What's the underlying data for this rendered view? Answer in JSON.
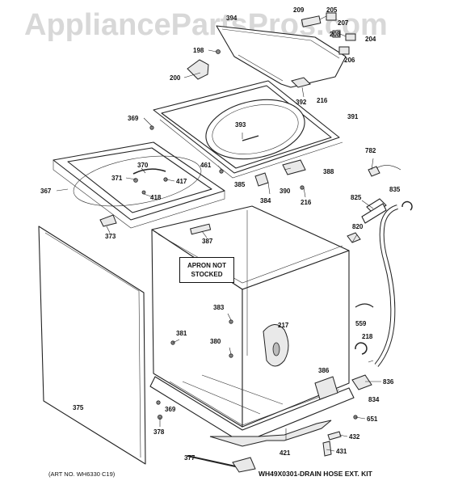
{
  "watermark": "AppliancePartsPros.com",
  "apron_note": [
    "APRON NOT",
    "STOCKED"
  ],
  "art_no": "(ART NO. WH6330 C19)",
  "kit_note": "WH49X0301-DRAIN HOSE EXT. KIT",
  "callouts": [
    {
      "id": "c209",
      "text": "209"
    },
    {
      "id": "c205",
      "text": "205"
    },
    {
      "id": "c207",
      "text": "207"
    },
    {
      "id": "c208",
      "text": "208"
    },
    {
      "id": "c204",
      "text": "204"
    },
    {
      "id": "c206",
      "text": "206"
    },
    {
      "id": "c394",
      "text": "394"
    },
    {
      "id": "c198",
      "text": "198"
    },
    {
      "id": "c200",
      "text": "200"
    },
    {
      "id": "c392",
      "text": "392"
    },
    {
      "id": "c216a",
      "text": "216"
    },
    {
      "id": "c391",
      "text": "391"
    },
    {
      "id": "c369a",
      "text": "369"
    },
    {
      "id": "c393",
      "text": "393"
    },
    {
      "id": "c782",
      "text": "782"
    },
    {
      "id": "c370",
      "text": "370"
    },
    {
      "id": "c461",
      "text": "461"
    },
    {
      "id": "c388",
      "text": "388"
    },
    {
      "id": "c371",
      "text": "371"
    },
    {
      "id": "c417",
      "text": "417"
    },
    {
      "id": "c385",
      "text": "385"
    },
    {
      "id": "c390",
      "text": "390"
    },
    {
      "id": "c835",
      "text": "835"
    },
    {
      "id": "c367",
      "text": "367"
    },
    {
      "id": "c418",
      "text": "418"
    },
    {
      "id": "c384",
      "text": "384"
    },
    {
      "id": "c216b",
      "text": "216"
    },
    {
      "id": "c825",
      "text": "825"
    },
    {
      "id": "c373",
      "text": "373"
    },
    {
      "id": "c387",
      "text": "387"
    },
    {
      "id": "c820",
      "text": "820"
    },
    {
      "id": "c383",
      "text": "383"
    },
    {
      "id": "c559",
      "text": "559"
    },
    {
      "id": "c217",
      "text": "217"
    },
    {
      "id": "c381",
      "text": "381"
    },
    {
      "id": "c218",
      "text": "218"
    },
    {
      "id": "c380",
      "text": "380"
    },
    {
      "id": "c386",
      "text": "386"
    },
    {
      "id": "c836",
      "text": "836"
    },
    {
      "id": "c375",
      "text": "375"
    },
    {
      "id": "c834",
      "text": "834"
    },
    {
      "id": "c369b",
      "text": "369"
    },
    {
      "id": "c651",
      "text": "651"
    },
    {
      "id": "c378",
      "text": "378"
    },
    {
      "id": "c432",
      "text": "432"
    },
    {
      "id": "c421",
      "text": "421"
    },
    {
      "id": "c431",
      "text": "431"
    },
    {
      "id": "c377",
      "text": "377"
    }
  ]
}
